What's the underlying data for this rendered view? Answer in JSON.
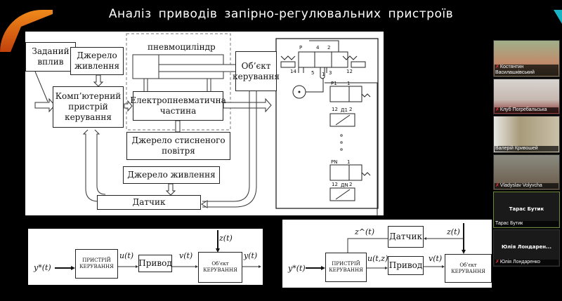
{
  "slide": {
    "title": "Аналіз приводів запірно-регулювальних пристроїв",
    "top_diagram": {
      "given_input": "Заданий вплив",
      "power_source_1": "Джерело живлення",
      "computer_controller": "Комп’ютерний пристрій керування",
      "cylinder": "пневмоциліндр",
      "electropneumatic": "Електропневматична частина",
      "control_object": "Об’єкт керування",
      "compressed_air": "Джерело стисненого повітря",
      "power_source_2": "Джерело живлення",
      "sensor": "Датчик"
    },
    "pneumatic_scheme": {
      "labels": [
        "P",
        "4",
        "2",
        "14",
        "5",
        "1",
        "3",
        "12",
        "P1",
        "1",
        "12",
        "Д1",
        "2",
        "PN",
        "1",
        "12",
        "ДN",
        "2"
      ]
    },
    "diagram_open_loop": {
      "input": "y*(t)",
      "controller": "ПРИСТРІЙ КЕРУВАННЯ",
      "u": "u(t)",
      "drive": "Привод",
      "v": "v(t)",
      "object": "Об’єкт КЕРУВАННЯ",
      "z": "z(t)",
      "output": "y(t)"
    },
    "diagram_feedback": {
      "input": "y*(t)",
      "controller": "ПРИСТРІЙ КЕРУВАННЯ",
      "u": "u(t,z)",
      "drive": "Привод",
      "v": "v(t)",
      "object": "Об’єкт КЕРУВАННЯ",
      "sensor": "Датчик",
      "z_hat": "z^(t)",
      "z": "z(t)"
    }
  },
  "participants": [
    {
      "name": "Костянтин Василашківський",
      "muted": true,
      "video": true
    },
    {
      "name": "Клуб Погребальська",
      "muted": true,
      "video": true
    },
    {
      "name": "Валерій Кривошей",
      "muted": false,
      "video": true
    },
    {
      "name": "Vladyslav Volyvcha",
      "muted": true,
      "video": true
    },
    {
      "name": "Тарас Бутик",
      "display": "Тарас Бутик",
      "muted": false,
      "video": false
    },
    {
      "name": "Юлія Лондаренко",
      "display": "Юлія Лондарен...",
      "muted": true,
      "video": false
    }
  ],
  "colors": {
    "accent_orange": "#f08a1a",
    "accent_teal": "#18b4c4",
    "mic_muted": "#e33333"
  }
}
